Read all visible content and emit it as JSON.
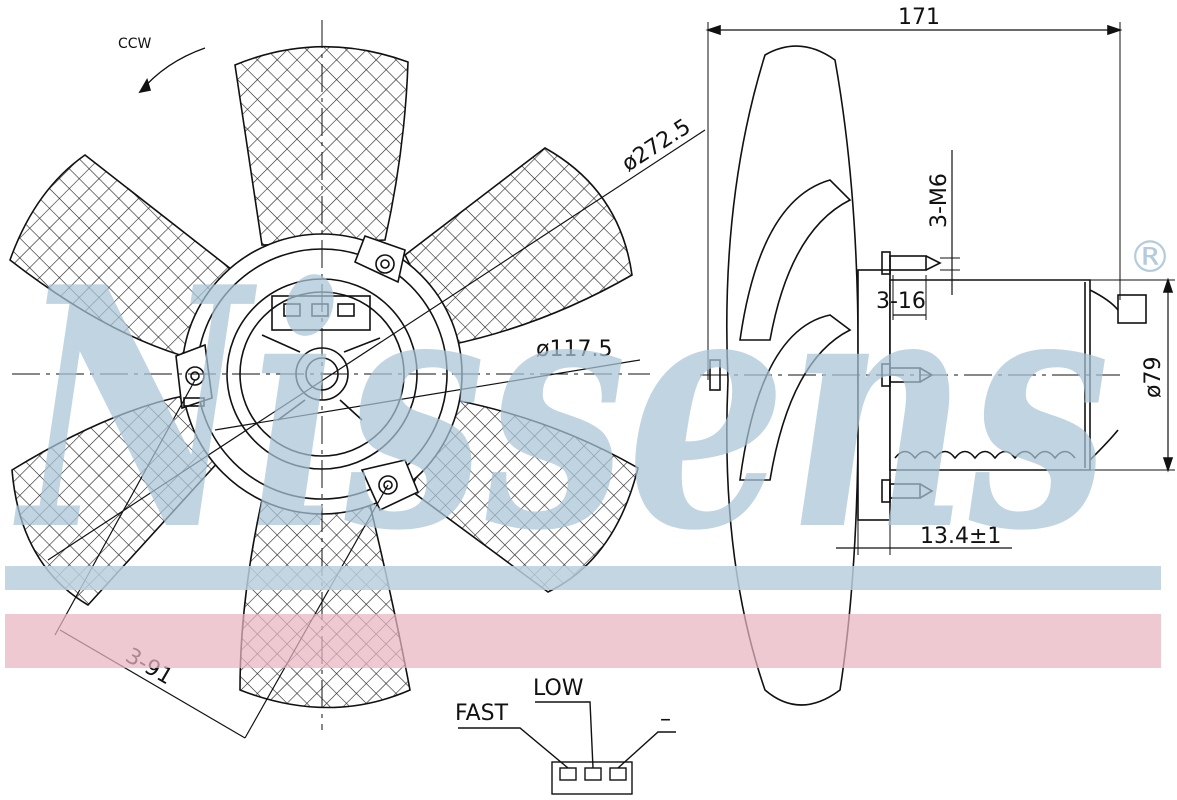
{
  "watermark": {
    "brand": "Nissens",
    "registered": "®",
    "color_text": "#a9c3d6",
    "color_blue_band": "#b9cfde",
    "color_red_band": "#e8b4c1"
  },
  "front_view": {
    "rotation": "CCW",
    "diameter_fan": "ø272.5",
    "diameter_hub": "ø117.5",
    "mount_holes": "3-91"
  },
  "side_view": {
    "overall_depth": "171",
    "bolt_thread": "3-M6",
    "bolt_length": "3-16",
    "motor_diameter": "ø79",
    "offset": "13.4±1"
  },
  "connector": {
    "fast": "FAST",
    "low": "LOW",
    "ground": "–"
  },
  "colors": {
    "line": "#111111",
    "hatch": "#222222"
  }
}
